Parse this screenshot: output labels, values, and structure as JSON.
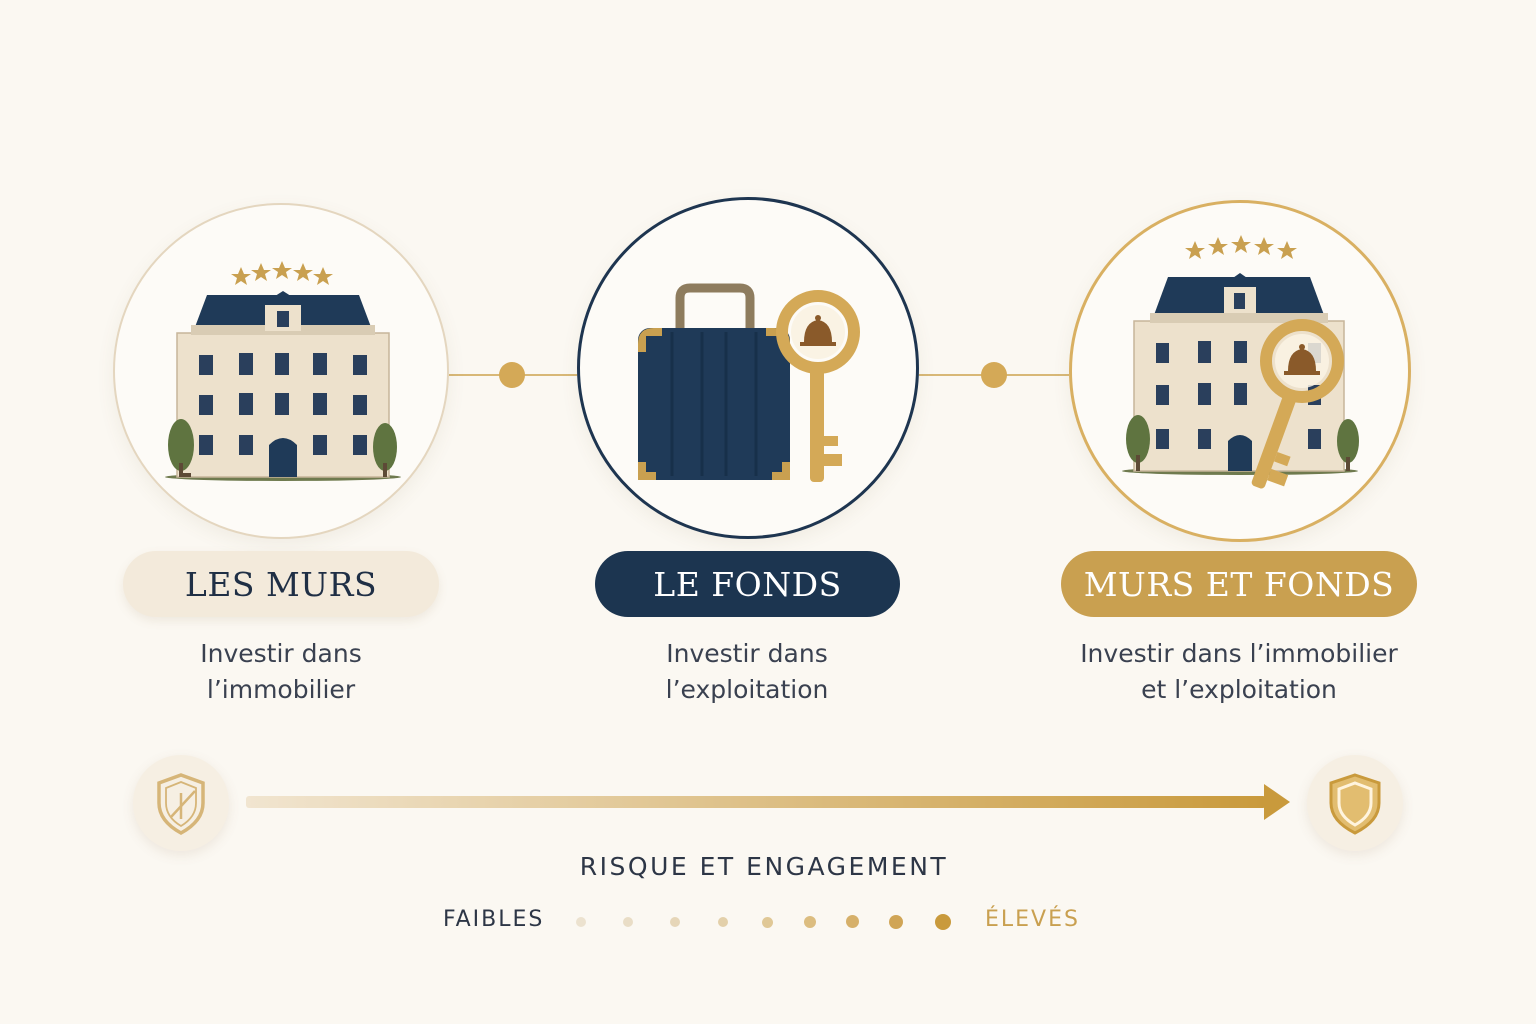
{
  "options": [
    {
      "title": "LES MURS",
      "desc_line1": "Investir dans",
      "desc_line2": "l’immobilier"
    },
    {
      "title": "LE FONDS",
      "desc_line1": "Investir dans",
      "desc_line2": "l’exploitation"
    },
    {
      "title": "MURS ET FONDS",
      "desc_line1": "Investir dans l’immobilier",
      "desc_line2": "et l’exploitation"
    }
  ],
  "risk": {
    "title": "RISQUE ET ENGAGEMENT",
    "low_label": "FAIBLES",
    "high_label": "ÉLEVÉS"
  },
  "icons": {
    "option1": "hotel-building-icon",
    "option2": "suitcase-key-icon",
    "option3": "hotel-key-icon",
    "low_end": "shield-outline-icon",
    "high_end": "shield-filled-icon"
  },
  "colors": {
    "navy": "#1c3550",
    "gold": "#c9a050",
    "cream": "#f3eadb",
    "background": "#fbf8f2"
  }
}
